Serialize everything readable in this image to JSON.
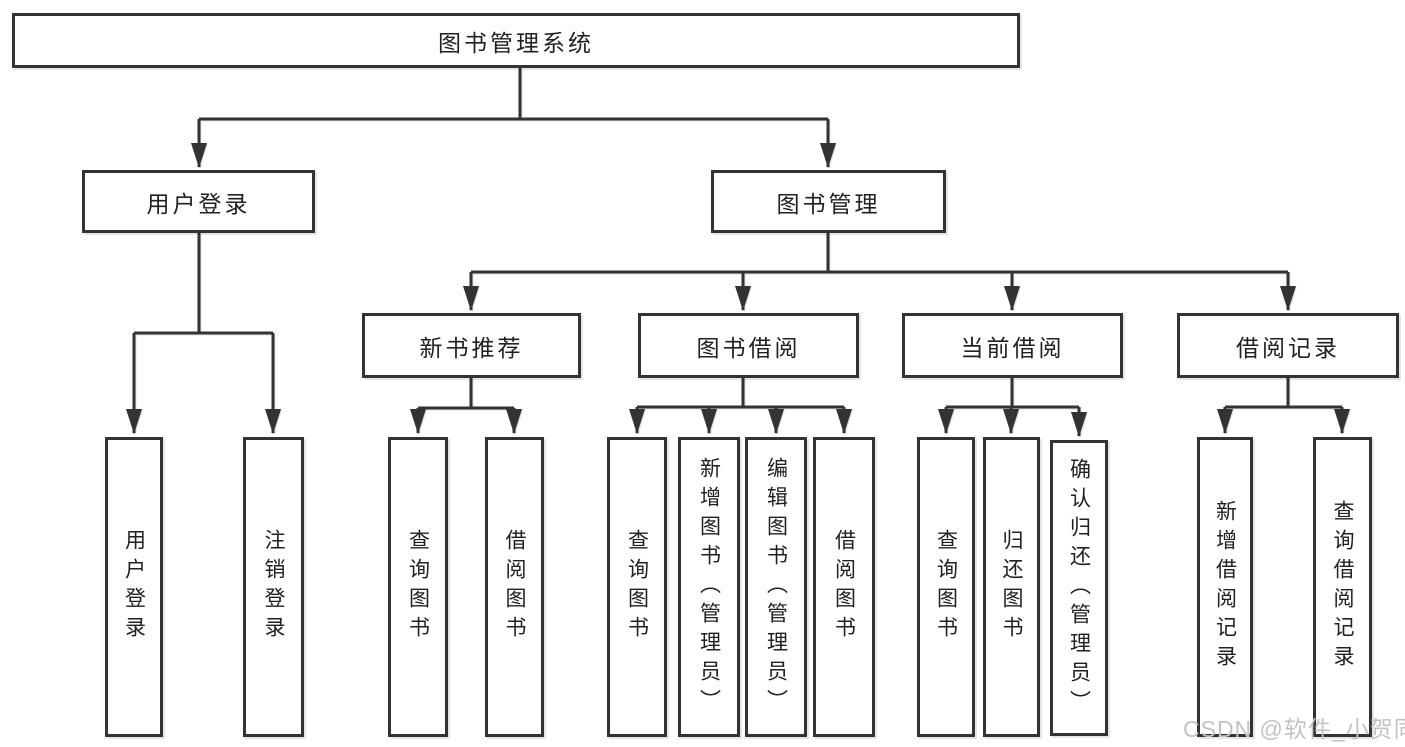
{
  "tree": {
    "root": {
      "label": "图书管理系统"
    },
    "children": [
      {
        "label": "用户登录",
        "children": [
          {
            "label": "用户登录"
          },
          {
            "label": "注销登录"
          }
        ]
      },
      {
        "label": "图书管理",
        "children": [
          {
            "label": "新书推荐",
            "children": [
              {
                "label": "查询图书"
              },
              {
                "label": "借阅图书"
              }
            ]
          },
          {
            "label": "图书借阅",
            "children": [
              {
                "label": "查询图书"
              },
              {
                "label": "新增图书（管理员）"
              },
              {
                "label": "编辑图书（管理员）"
              },
              {
                "label": "借阅图书"
              }
            ]
          },
          {
            "label": "当前借阅",
            "children": [
              {
                "label": "查询图书"
              },
              {
                "label": "归还图书"
              },
              {
                "label": "确认归还（管理员）"
              }
            ]
          },
          {
            "label": "借阅记录",
            "children": [
              {
                "label": "新增借阅记录"
              },
              {
                "label": "查询借阅记录"
              }
            ]
          }
        ]
      }
    ]
  },
  "watermark": {
    "text": "CSDN @软件_小贺同学"
  },
  "colors": {
    "line": "#333333",
    "text": "#212121",
    "watermark": "#c3c3c3",
    "background": "#ffffff"
  }
}
